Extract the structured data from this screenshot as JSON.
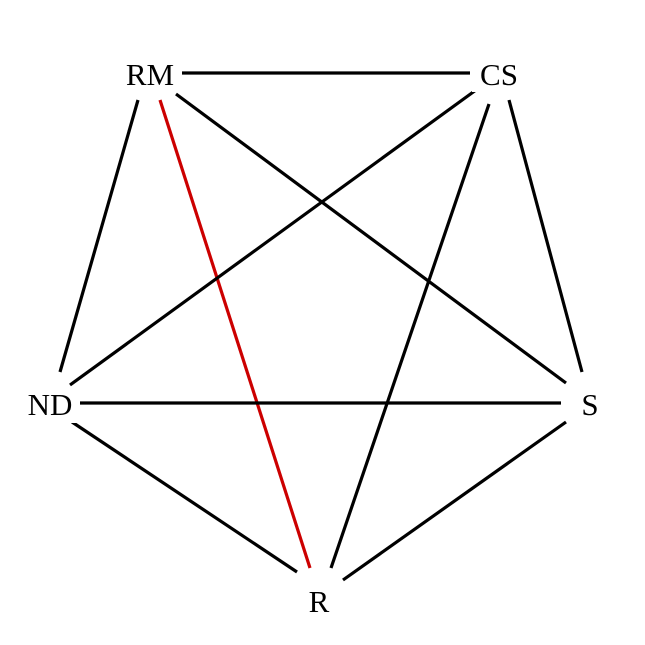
{
  "graph": {
    "nodes": [
      {
        "id": "RM",
        "label": "RM"
      },
      {
        "id": "CS",
        "label": "CS"
      },
      {
        "id": "ND",
        "label": "ND"
      },
      {
        "id": "S",
        "label": "S"
      },
      {
        "id": "R",
        "label": "R"
      }
    ],
    "edges": [
      {
        "from": "RM",
        "to": "CS",
        "color": "#000000"
      },
      {
        "from": "RM",
        "to": "ND",
        "color": "#000000"
      },
      {
        "from": "RM",
        "to": "S",
        "color": "#000000"
      },
      {
        "from": "RM",
        "to": "R",
        "color": "#cc0000"
      },
      {
        "from": "CS",
        "to": "ND",
        "color": "#000000"
      },
      {
        "from": "CS",
        "to": "S",
        "color": "#000000"
      },
      {
        "from": "CS",
        "to": "R",
        "color": "#000000"
      },
      {
        "from": "ND",
        "to": "S",
        "color": "#000000"
      },
      {
        "from": "ND",
        "to": "R",
        "color": "#000000"
      },
      {
        "from": "S",
        "to": "R",
        "color": "#000000"
      }
    ]
  }
}
